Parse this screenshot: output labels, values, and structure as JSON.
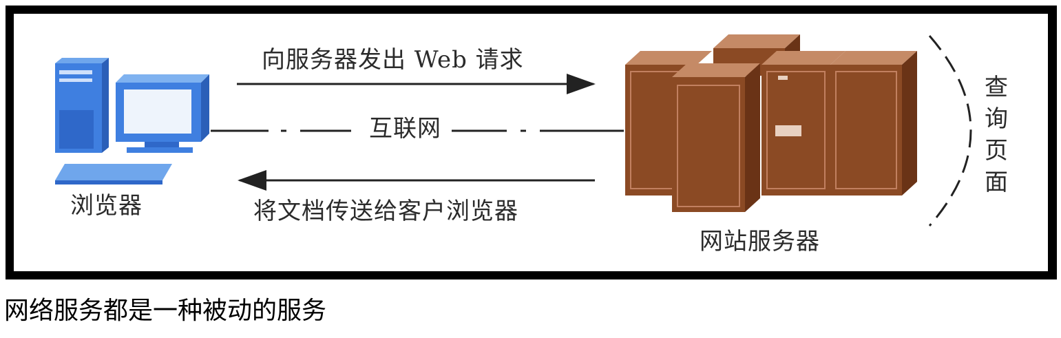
{
  "diagram": {
    "request_label": "向服务器发出 Web 请求",
    "internet_label": "互联网",
    "response_label": "将文档传送给客户浏览器",
    "browser_label": "浏览器",
    "server_label": "网站服务器",
    "query_label": "查询页面"
  },
  "caption": "网络服务都是一种被动的服务",
  "colors": {
    "computer_blue": "#3f7fe0",
    "server_brown": "#8b4a24",
    "arrow": "#222222"
  },
  "icons": {
    "browser": "desktop-computer-icon",
    "server": "server-rack-icon"
  }
}
